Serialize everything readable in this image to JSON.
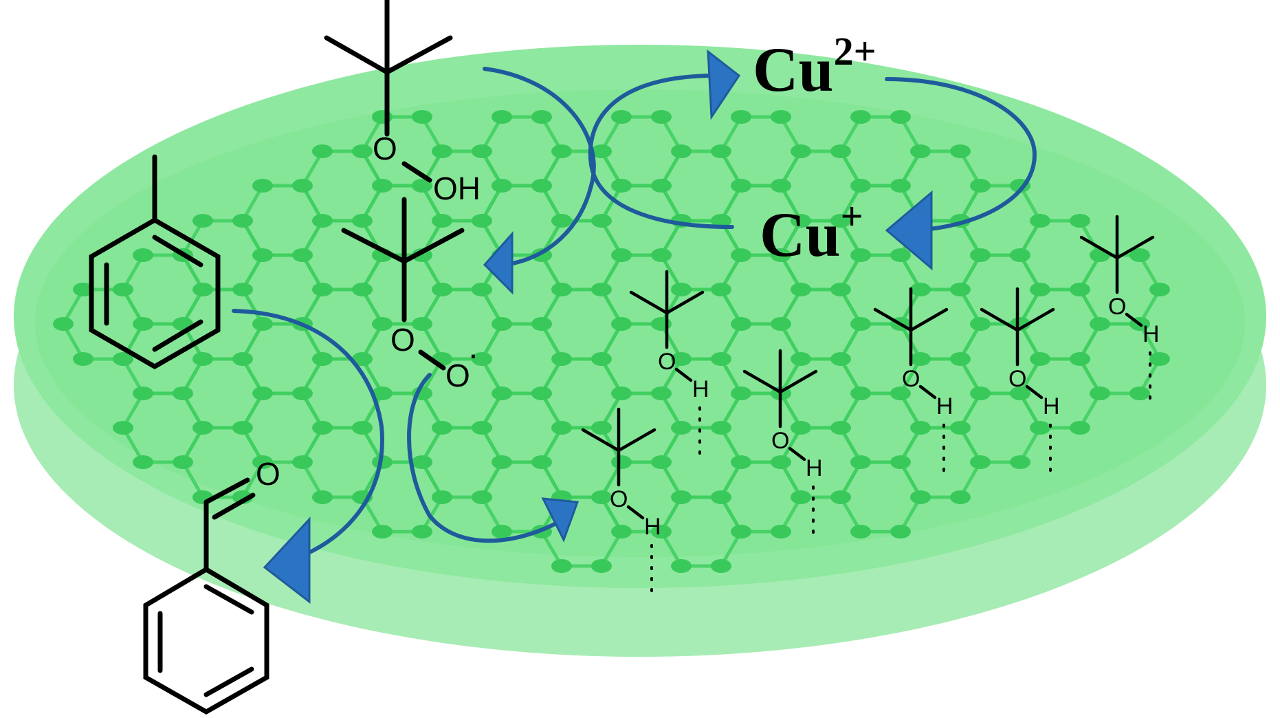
{
  "labels": {
    "cu_base": "Cu",
    "cu2_sup": "2+",
    "cu1_sup": "+",
    "o": "O",
    "oh": "OH",
    "h": "H",
    "radical_dot": "·"
  },
  "colors": {
    "disc_top": "#8ee89f",
    "disc_rim": "#a7ecb4",
    "graphene": "#3fcf5f",
    "arrow_line": "#1f5a9c",
    "arrow_head": "#2b74c4"
  }
}
